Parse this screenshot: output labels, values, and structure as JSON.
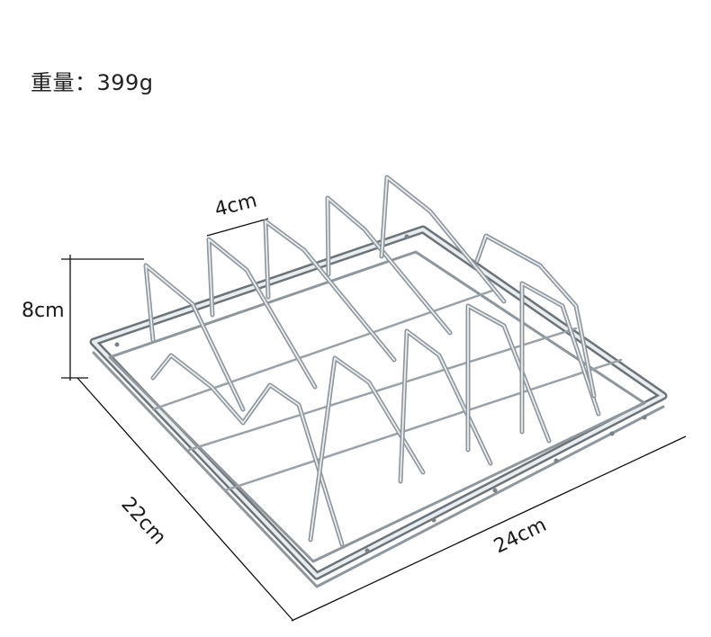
{
  "product": {
    "weight_label": "重量：",
    "weight_value": "399g"
  },
  "dimensions": {
    "slot_gap": "4cm",
    "height": "8cm",
    "depth": "22cm",
    "width": "24cm"
  },
  "colors": {
    "wire": "#8f969c",
    "wire_highlight": "#e9edf0",
    "frame_dark": "#6d7479",
    "dimension_line": "#111111",
    "text": "#222222"
  }
}
